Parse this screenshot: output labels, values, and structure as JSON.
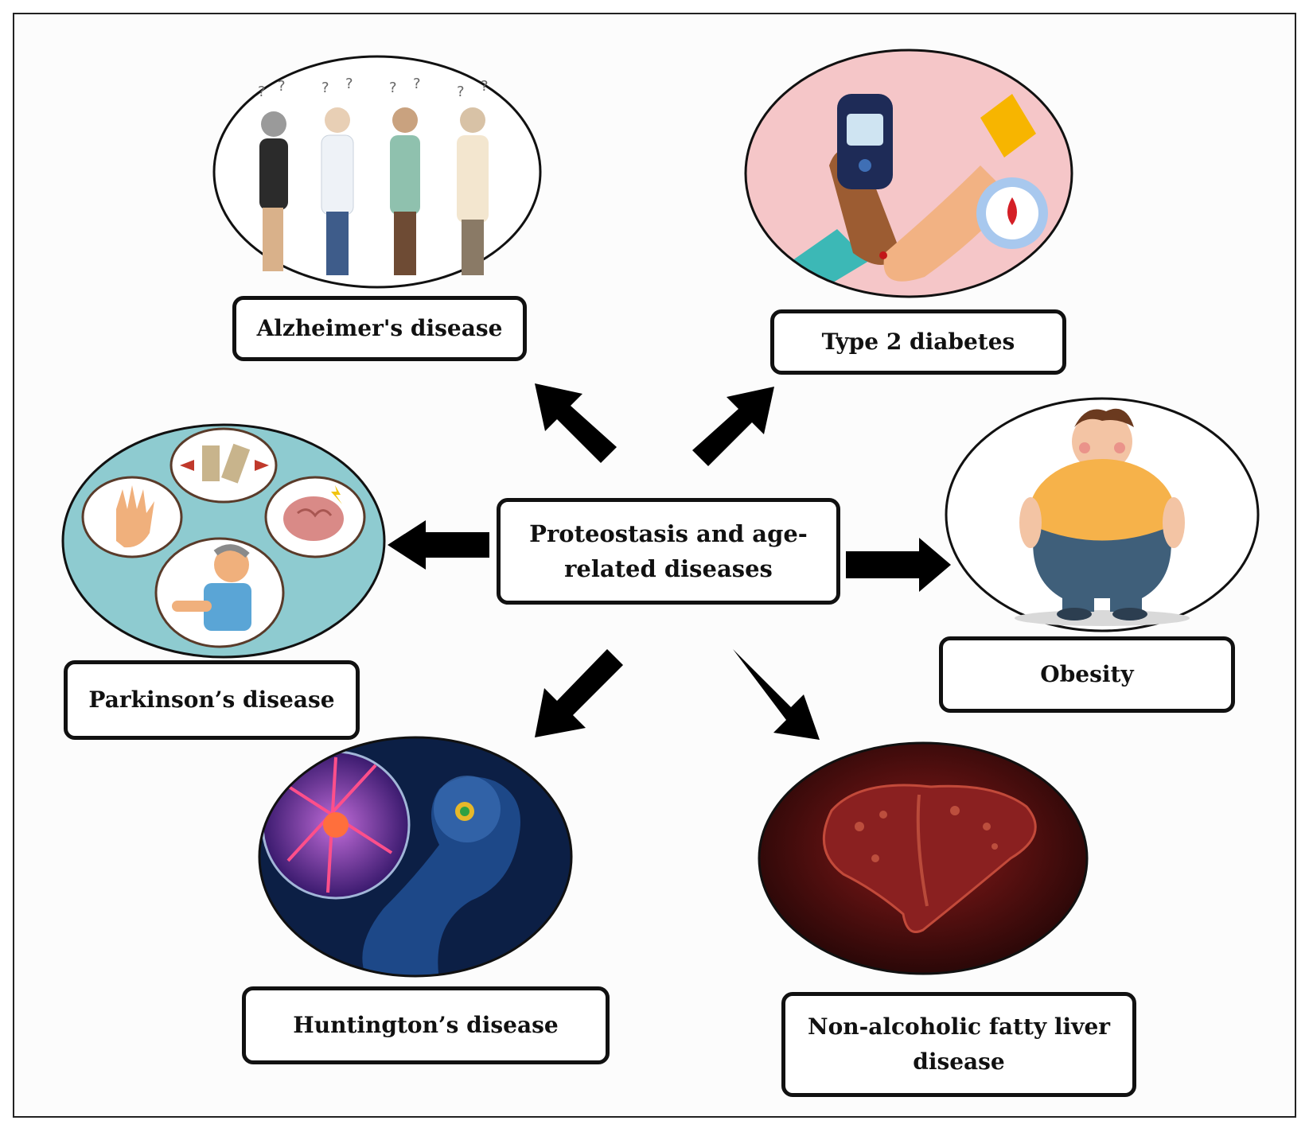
{
  "center": {
    "line1": "Proteostasis and age-",
    "line2": "related diseases"
  },
  "diseases": {
    "alzheimers": "Alzheimer's disease",
    "diabetes": "Type 2 diabetes",
    "parkinsons": "Parkinson’s disease",
    "obesity": "Obesity",
    "huntingtons": "Huntington’s disease",
    "nafld_line1": "Non-alcoholic fatty liver",
    "nafld_line2": "disease"
  },
  "colors": {
    "arrow": "#000000",
    "diabetes_bg": "#f5c6c8",
    "parkinson_bg": "#8ecbd0",
    "huntington_bg": "#0c1f45",
    "liver_bg": "#3a0b0b"
  }
}
